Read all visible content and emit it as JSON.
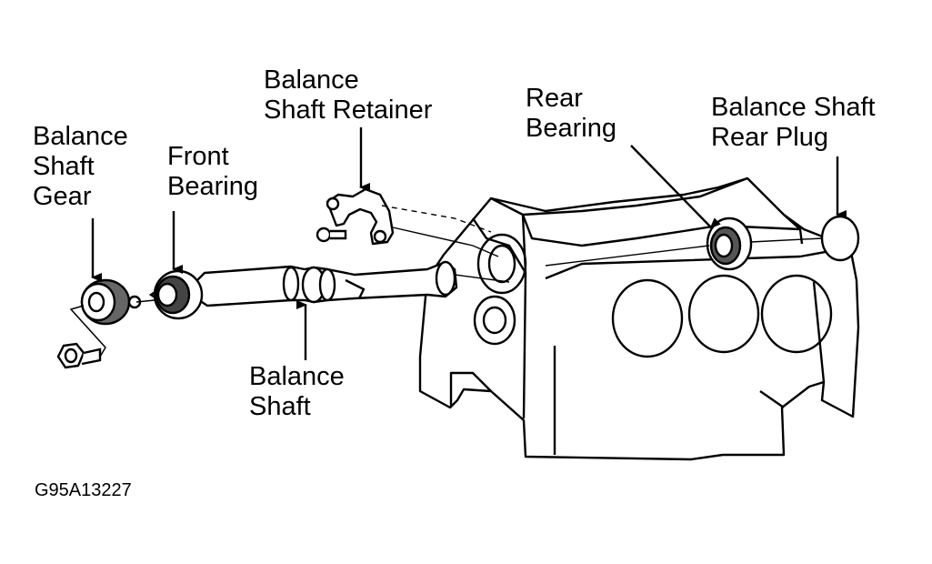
{
  "labels": {
    "gear": [
      "Balance",
      "Shaft",
      "Gear"
    ],
    "front_bearing": [
      "Front",
      "Bearing"
    ],
    "retainer": [
      "Balance",
      "Shaft Retainer"
    ],
    "rear_bearing": [
      "Rear",
      "Bearing"
    ],
    "rear_plug": [
      "Balance Shaft",
      "Rear Plug"
    ],
    "shaft": [
      "Balance",
      "Shaft"
    ]
  },
  "figure_id": "G95A13227",
  "colors": {
    "ink": "#000000",
    "paper": "#ffffff"
  }
}
